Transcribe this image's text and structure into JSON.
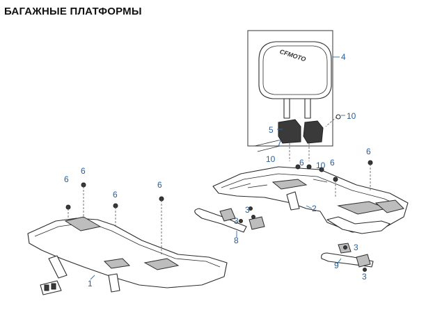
{
  "title": "БАГАЖНЫЕ ПЛАТФОРМЫ",
  "backrest_logo": "CFMOTO",
  "callouts": [
    "1",
    "2",
    "3",
    "3",
    "3",
    "3",
    "4",
    "5",
    "6",
    "6",
    "6",
    "6",
    "6",
    "6",
    "6",
    "7",
    "8",
    "9",
    "10",
    "10",
    "10"
  ]
}
